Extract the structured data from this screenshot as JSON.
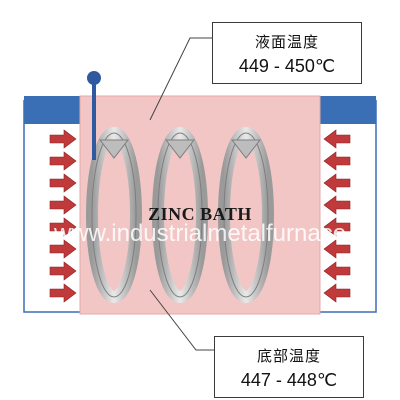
{
  "bath_label": "ZINC BATH",
  "surface_temperature": {
    "label": "液面温度",
    "value": "449 - 450℃"
  },
  "bottom_temperature": {
    "label": "底部温度",
    "value": "447 - 448℃"
  },
  "watermark": "www.industrialmetalfurnace",
  "colors": {
    "bath_fill": "#f1c2c2",
    "wall_caps": "#3a6fb5",
    "heat_arrows": "#c0393b",
    "circulation_rings": "#c9c9c9",
    "thermometer": "#2f5aa0",
    "thermometer_bulb": "#e0563f"
  },
  "icons": [
    "thermometer-icon",
    "heat-arrow-icon",
    "circulation-ring-icon"
  ]
}
